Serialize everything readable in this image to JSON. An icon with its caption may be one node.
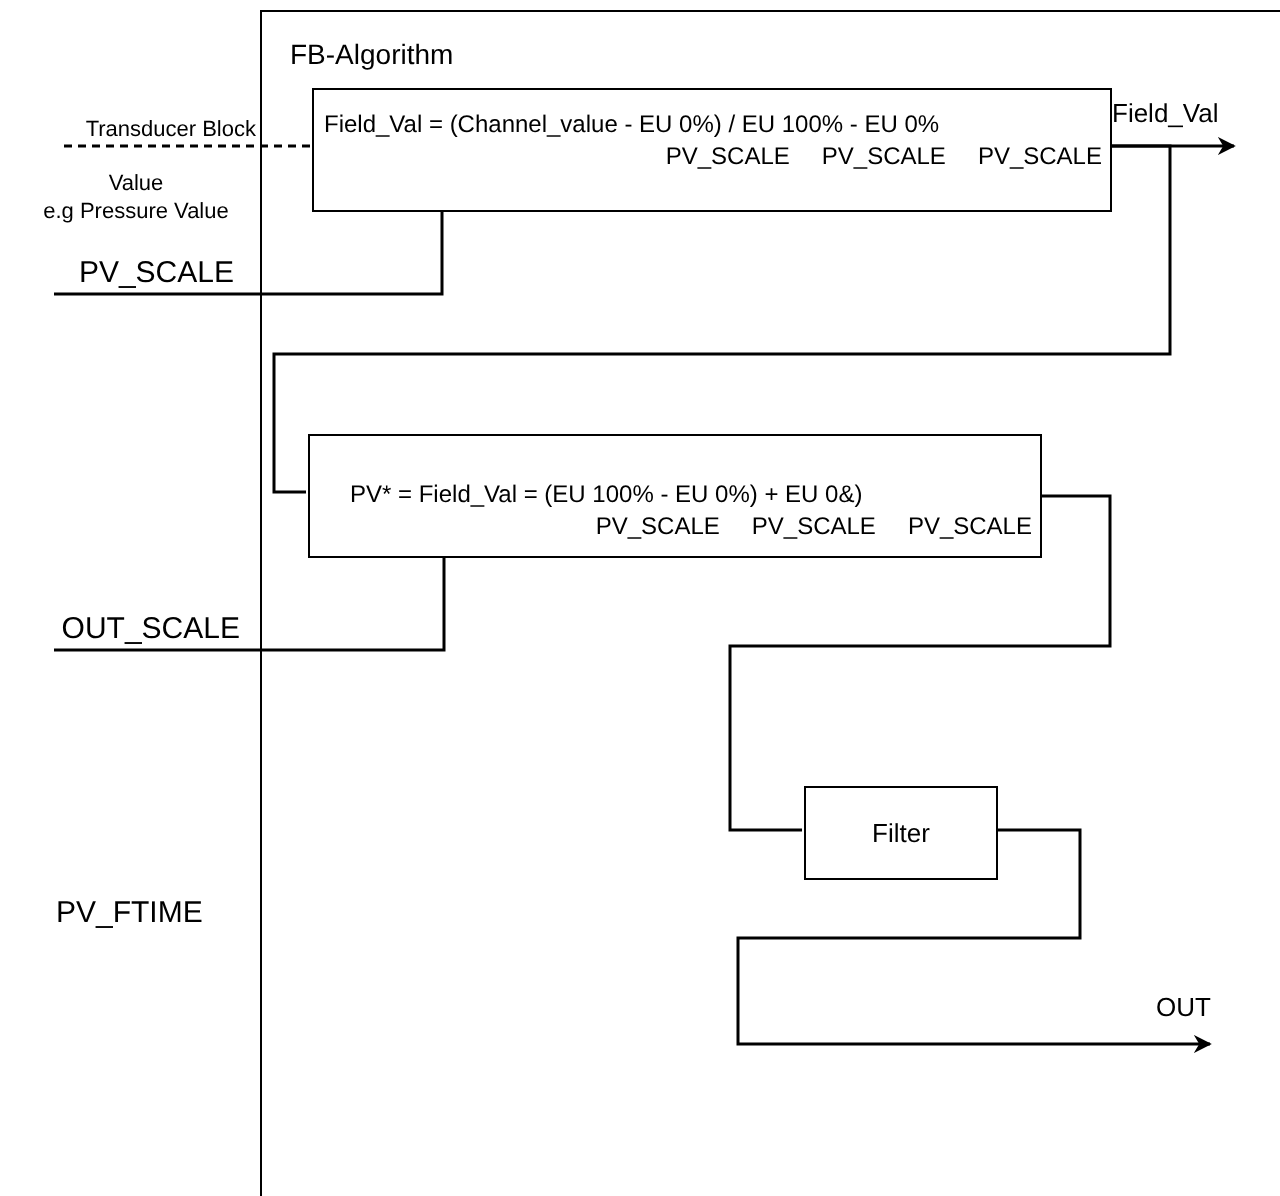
{
  "diagram": {
    "nodes": [
      {
        "text": [
          "FB-Algorithm"
        ]
      },
      {
        "text": [
          "Field_Val = (Channel_value - EU 0%) / EU 100% - EU 0%",
          "PV_SCALE",
          "PV_SCALE",
          "PV_SCALE"
        ],
        "in": 0
      },
      {
        "text": [
          "PV* = Field_Val = (EU 100% - EU 0%) + EU 0&)",
          "PV_SCALE",
          "PV_SCALE",
          "PV_SCALE"
        ],
        "in": 0
      },
      {
        "text": [
          "Filter"
        ],
        "in": 0
      },
      {
        "text": [
          "Transducer Block"
        ]
      },
      {
        "text": [
          "PV_SCALE"
        ]
      },
      {
        "text": [
          "OUT_SCALE"
        ]
      }
    ],
    "edges": [
      {
        "from": 4,
        "to": 1,
        "arrow": "none",
        "style": "dashed"
      },
      {
        "from": 5,
        "to": 1,
        "arrow": "none"
      },
      {
        "from": 1,
        "to": null,
        "arrow": "to",
        "label": "Field_Val"
      },
      {
        "from": 1,
        "to": 2,
        "arrow": "none"
      },
      {
        "from": 6,
        "to": 2,
        "arrow": "none"
      },
      {
        "from": 2,
        "to": 3,
        "arrow": "none"
      },
      {
        "from": 3,
        "to": null,
        "arrow": "to",
        "label": "OUT"
      }
    ],
    "labels": [
      "Value",
      "e.g Pressure Value",
      "PV_FTIME"
    ]
  }
}
